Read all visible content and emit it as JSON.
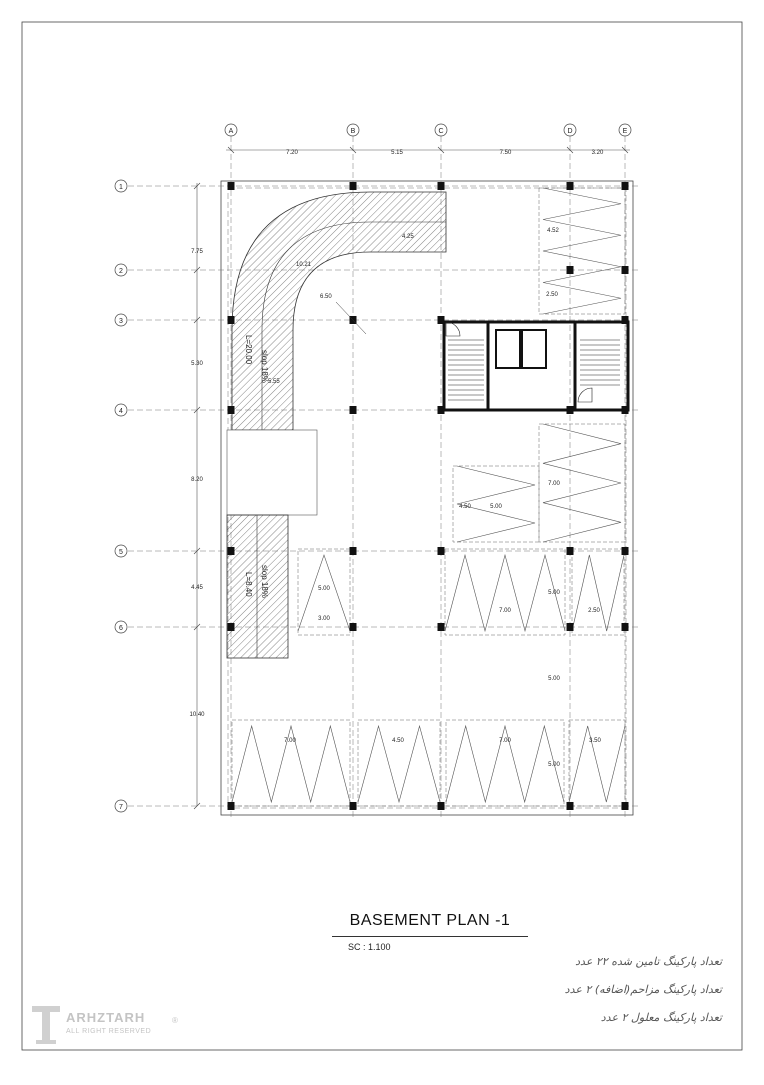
{
  "drawing": {
    "grid_columns": [
      "A",
      "B",
      "C",
      "D",
      "E"
    ],
    "grid_rows": [
      "1",
      "2",
      "3",
      "4",
      "5",
      "6",
      "7"
    ],
    "column_spacings": [
      "7.20",
      "5.15",
      "7.50",
      "3.20"
    ],
    "row_spacings": [
      "7.75",
      "5.30",
      "8.20",
      "4.45",
      "10.40"
    ],
    "ramp_upper": {
      "slope_label": "slop 18%",
      "length_label": "L=20.00",
      "dim_labels": [
        "4.25",
        "10.21",
        "6.50",
        "5.55"
      ]
    },
    "ramp_lower": {
      "slope_label": "slop 18%",
      "length_label": "L=8.40"
    },
    "parking_dims": [
      "4.52",
      "2.50",
      "7.00",
      "4.50",
      "5.00",
      "5.00",
      "3.00",
      "7.00",
      "5.00",
      "2.50",
      "5.00",
      "7.00",
      "4.50",
      "7.00",
      "3.50",
      "5.00"
    ]
  },
  "title": "BASEMENT  PLAN  -1",
  "scale": "SC : 1.100",
  "notes": [
    "تعداد پارکینگ تامین شده ۲۲ عدد",
    "تعداد پارکینگ مزاحم(اضافه) ۲ عدد",
    "تعداد پارکینگ معلول ۲ عدد"
  ],
  "logo": {
    "name": "ARHZTARH",
    "subtitle": "ALL RIGHT RESERVED",
    "mark": "®"
  }
}
